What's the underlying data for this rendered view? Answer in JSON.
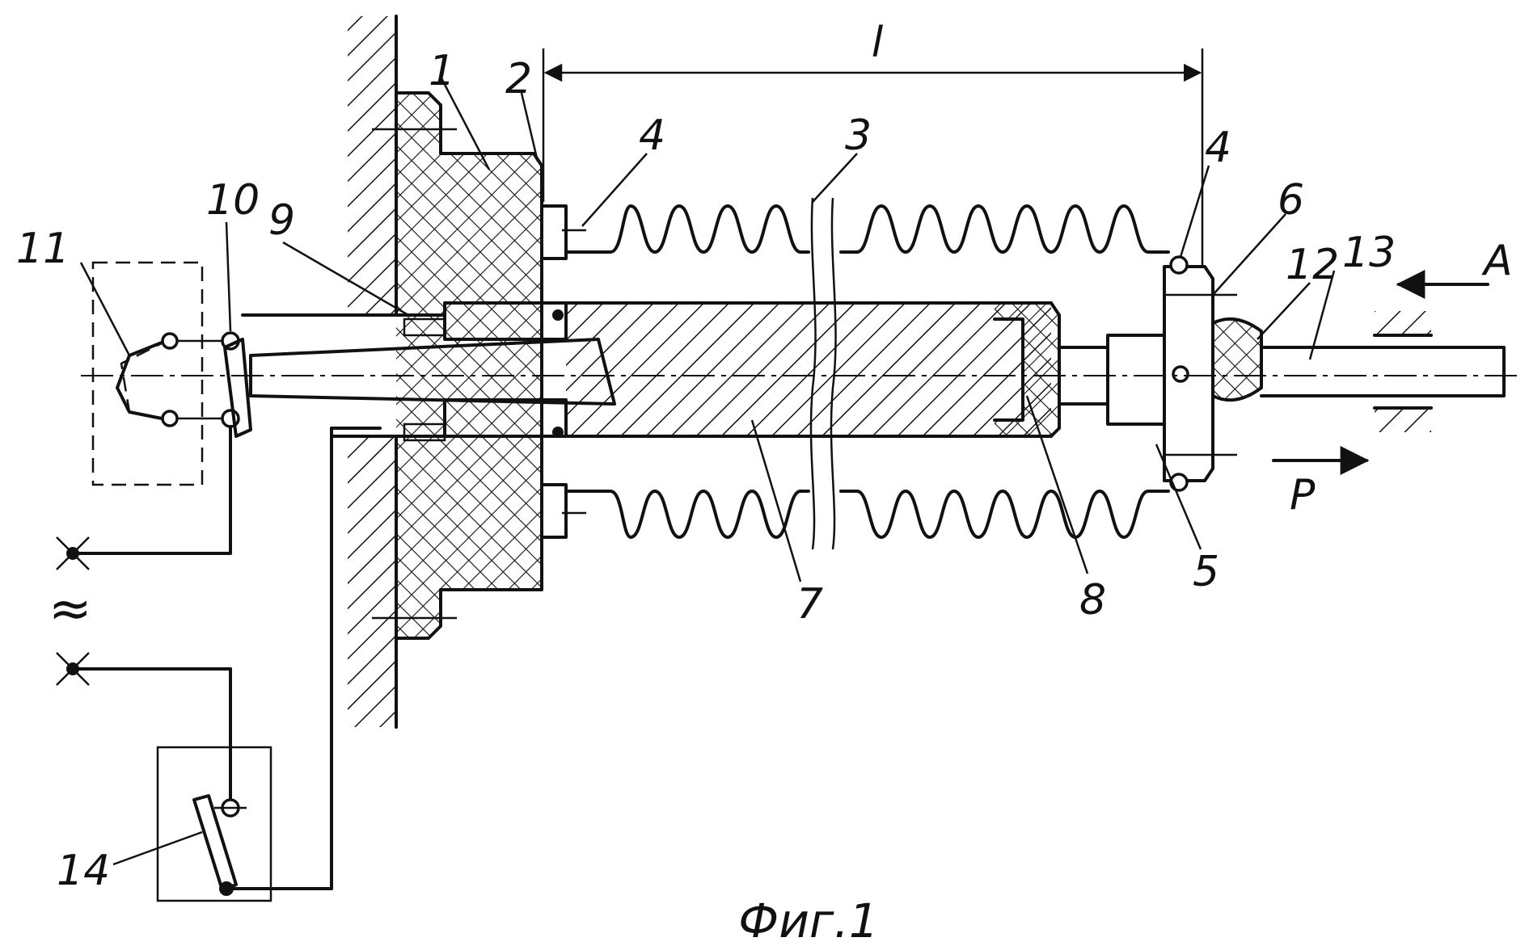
{
  "figure": {
    "caption": "Фиг.1",
    "dimension_label": "l",
    "view_label": "A",
    "force_label": "P",
    "supply_symbol": "≈"
  },
  "callouts": {
    "c1": "1",
    "c2": "2",
    "c3": "3",
    "c4a": "4",
    "c4b": "4",
    "c5": "5",
    "c6": "6",
    "c7": "7",
    "c8": "8",
    "c9": "9",
    "c10": "10",
    "c11": "11",
    "c12": "12",
    "c13": "13",
    "c14": "14"
  }
}
